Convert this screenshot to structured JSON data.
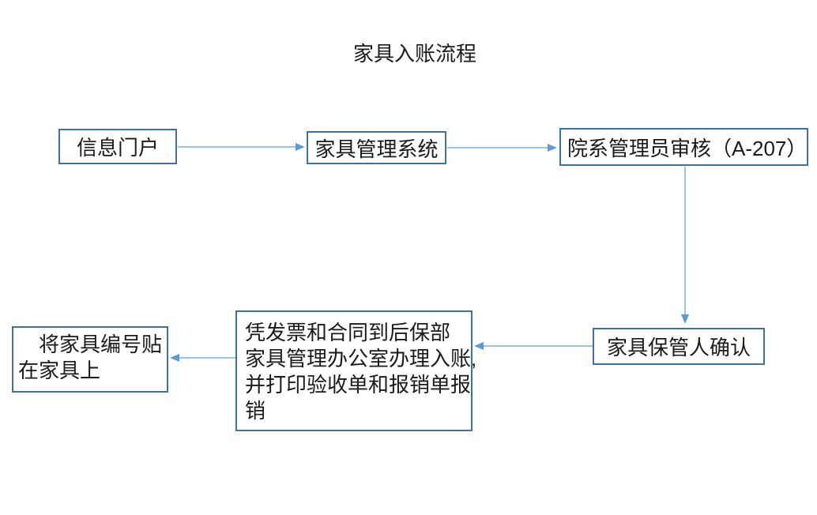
{
  "title": "家具入账流程",
  "nodes": {
    "portal": {
      "label": "信息门户"
    },
    "system": {
      "label": "家具管理系统"
    },
    "review": {
      "label": "院系管理员审核（A-207）"
    },
    "keeper": {
      "label": "家具保管人确认"
    },
    "invoice": {
      "label": "凭发票和合同到后保部\n家具管理办公室办理入账,\n并打印验收单和报销单报\n销"
    },
    "sticker": {
      "label": "将家具编号贴\n在家具上"
    }
  },
  "edges": [
    {
      "from": "信息门户",
      "to": "家具管理系统",
      "direction": "right"
    },
    {
      "from": "家具管理系统",
      "to": "院系管理员审核（A-207）",
      "direction": "right"
    },
    {
      "from": "院系管理员审核（A-207）",
      "to": "家具保管人确认",
      "direction": "down"
    },
    {
      "from": "家具保管人确认",
      "to": "凭发票和合同到后保部家具管理办公室办理入账,并打印验收单和报销单报销",
      "direction": "left"
    },
    {
      "from": "凭发票和合同到后保部家具管理办公室办理入账,并打印验收单和报销单报销",
      "to": "将家具编号贴在家具上",
      "direction": "left"
    }
  ],
  "colors": {
    "background": "#FFFFFF",
    "box_border": "#41719C",
    "arrow_line": "#9DC3E6",
    "arrow_head": "#5B9BD5",
    "text": "#1A1A1A"
  }
}
